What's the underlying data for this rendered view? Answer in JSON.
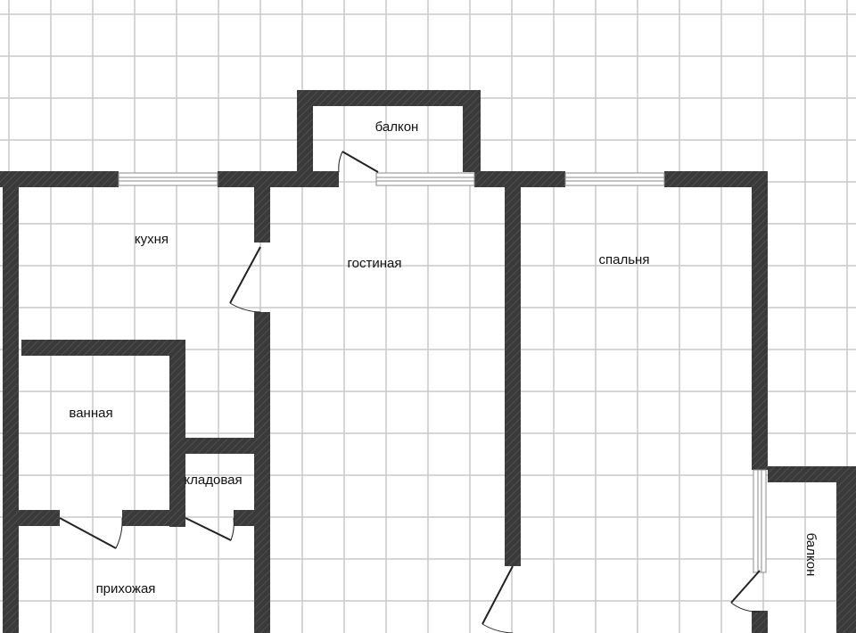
{
  "rooms": {
    "balcony_top": "балкон",
    "kitchen": "кухня",
    "living_room": "гостиная",
    "bedroom": "спальня",
    "bathroom": "ванная",
    "pantry": "кладовая",
    "hallway": "прихожая",
    "balcony_right": "балкон"
  },
  "colors": {
    "wall": "#3a3a3a",
    "grid": "#c9c9c9",
    "background": "#ffffff",
    "window": "#8a8a8a"
  }
}
